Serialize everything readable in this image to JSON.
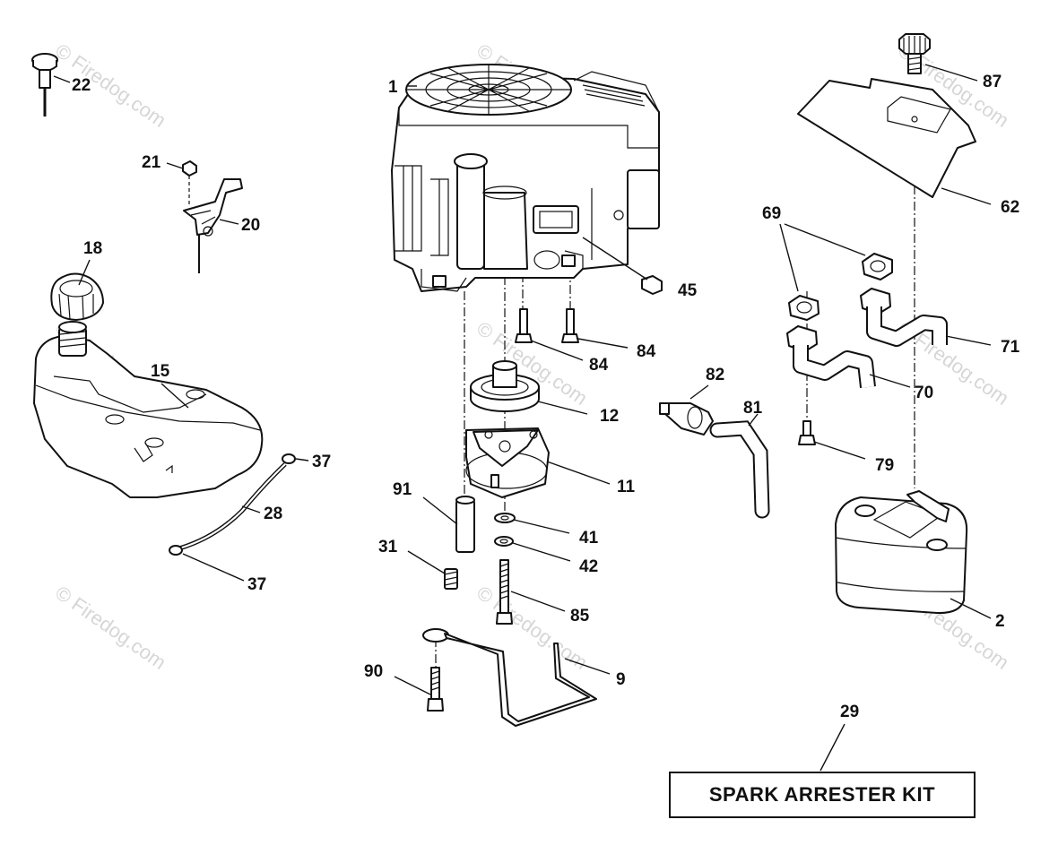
{
  "callouts": {
    "engine": "1",
    "muffler": "2",
    "drive_shaft": "9",
    "clutch": "11",
    "pulley": "12",
    "fuel_tank": "15",
    "fuel_cap": "18",
    "throttle_cable": "20",
    "cable_screw": "21",
    "choke_knob": "22",
    "fuel_hose": "28",
    "spark_kit": "29",
    "set_screw": "31",
    "hose_clamp_top": "37",
    "hose_clamp_bottom": "37",
    "washer_41": "41",
    "washer_42": "42",
    "nut_45": "45",
    "heat_shield": "62",
    "gaskets": "69",
    "exhaust_pipe_70": "70",
    "exhaust_pipe_71": "71",
    "bolt_79": "79",
    "hose_81": "81",
    "filter_82": "82",
    "bolt_84_left": "84",
    "bolt_84_right": "84",
    "bolt_85": "85",
    "knob_87": "87",
    "bolt_90": "90",
    "spacer_91": "91"
  },
  "kit_label": "SPARK ARRESTER KIT",
  "watermarks": [
    "© Firedog.com"
  ]
}
